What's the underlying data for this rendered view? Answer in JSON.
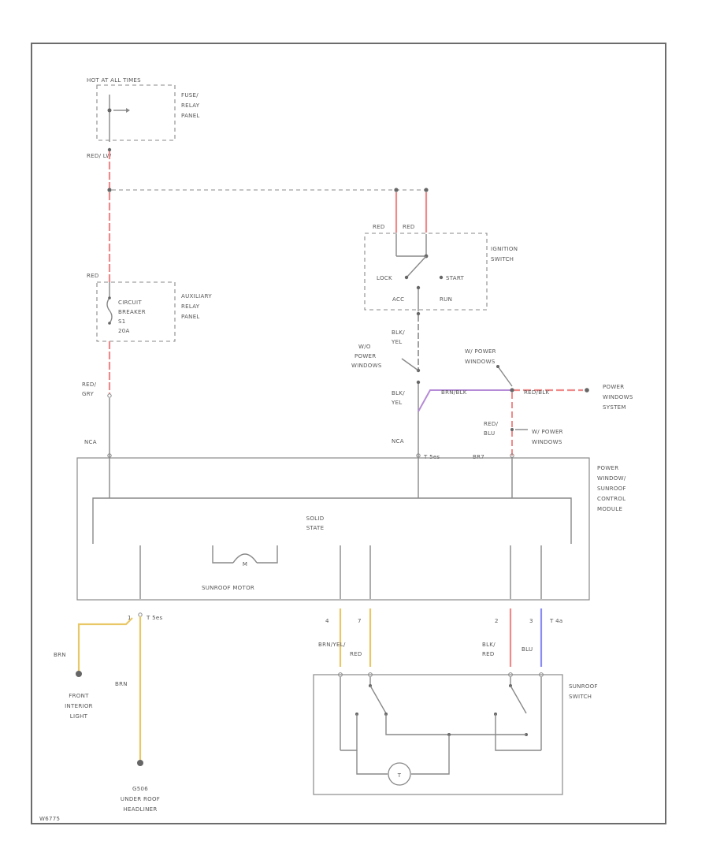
{
  "colors": {
    "red": "#f08a8a",
    "yellow": "#e9c766",
    "blue": "#8b8bf5",
    "violet": "#b58ad6",
    "wire": "#888888"
  },
  "labels": {
    "hot_at_all_times": "HOT AT ALL TIMES",
    "fuse_relay_1": "FUSE/",
    "fuse_relay_2": "RELAY",
    "fuse_relay_3": "PANEL",
    "red_lw": "RED/ LW",
    "red_top": "RED",
    "cb1": "CIRCUIT",
    "cb2": "BREAKER",
    "cb3": "S1",
    "cb4": "20A",
    "aux1": "AUXILIARY",
    "aux2": "RELAY",
    "aux3": "PANEL",
    "red_gry_1": "RED/",
    "red_gry_2": "GRY",
    "nca_left": "NCA",
    "red_a": "RED",
    "red_b": "RED",
    "ign1": "IGNITION",
    "ign2": "SWITCH",
    "lock": "LOCK",
    "start": "START",
    "acc": "ACC",
    "run": "RUN",
    "blk_yel_a1": "BLK/",
    "blk_yel_a2": "YEL",
    "wo_pw_1": "W/O",
    "wo_pw_2": "POWER",
    "wo_pw_3": "WINDOWS",
    "w_pw_top_1": "W/ POWER",
    "w_pw_top_2": "WINDOWS",
    "blk_yel_b1": "BLK/",
    "blk_yel_b2": "YEL",
    "violet_label_a": "BRN/BLK",
    "violet_label_b": "RED/BLK",
    "pws1": "POWER",
    "pws2": "WINDOWS",
    "pws3": "SYSTEM",
    "red_blu_1": "RED/",
    "red_blu_2": "BLU",
    "w_pw_bot_1": "W/ POWER",
    "w_pw_bot_2": "WINDOWS",
    "nca_mid": "NCA",
    "t_left": "T 5es",
    "pin_mid": "BR7",
    "mod1": "POWER",
    "mod2": "WINDOW/",
    "mod3": "SUNROOF",
    "mod4": "CONTROL",
    "mod5": "MODULE",
    "solid1": "SOLID",
    "solid2": "STATE",
    "sunroof_motor": "SUNROOF MOTOR",
    "pin_1": "1",
    "t_bottom": "T 5es",
    "pin_4": "4",
    "pin_7": "7",
    "pin_2": "2",
    "pin_3": "3",
    "t_right": "T 4a",
    "brn_yel_1": "BRN/YEL/",
    "brn_yel_2": "RED",
    "blk_red_1": "BLK/",
    "blk_red_2": "RED",
    "blu_label": "BLU",
    "sunroof_sw_1": "SUNROOF",
    "sunroof_sw_2": "SWITCH",
    "brn_a": "BRN",
    "brn_b": "BRN",
    "front1": "FRONT",
    "front2": "INTERIOR",
    "front3": "LIGHT",
    "g1": "G506",
    "g2": "UNDER ROOF",
    "g3": "HEADLINER",
    "footer": "W6775"
  }
}
